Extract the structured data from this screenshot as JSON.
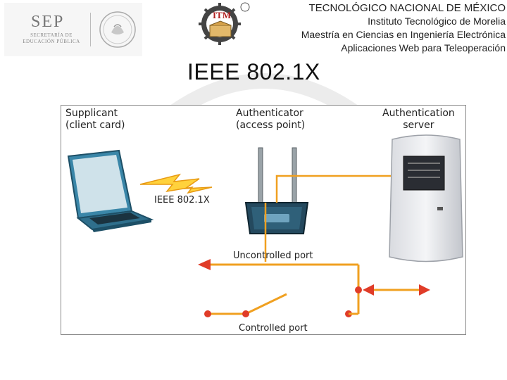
{
  "header": {
    "sep_logo": {
      "name": "SEP",
      "subtitle": "SECRETARÍA DE EDUCACIÓN PÚBLICA"
    },
    "itm_logo": {
      "text": "ITM",
      "mark": "®"
    },
    "lines": [
      "TECNOLÓGICO NACIONAL DE MÉXICO",
      "Instituto Tecnológico de Morelia",
      "Maestría en Ciencias en Ingeniería Electrónica",
      "Aplicaciones Web para Teleoperación"
    ]
  },
  "slide": {
    "title": "IEEE 802.1X"
  },
  "diagram": {
    "supplicant": {
      "line1": "Supplicant",
      "line2": "(client card)"
    },
    "authenticator": {
      "line1": "Authenticator",
      "line2": "(access point)"
    },
    "server": {
      "line1": "Authentication",
      "line2": "server"
    },
    "protocol_label": "IEEE 802.1X",
    "uncontrolled_label": "Uncontrolled port",
    "controlled_label": "Controlled port",
    "colors": {
      "orange": "#f0a020",
      "red": "#e03c28",
      "laptop": "#3a86a8",
      "ap": "#1f3a4a"
    }
  }
}
